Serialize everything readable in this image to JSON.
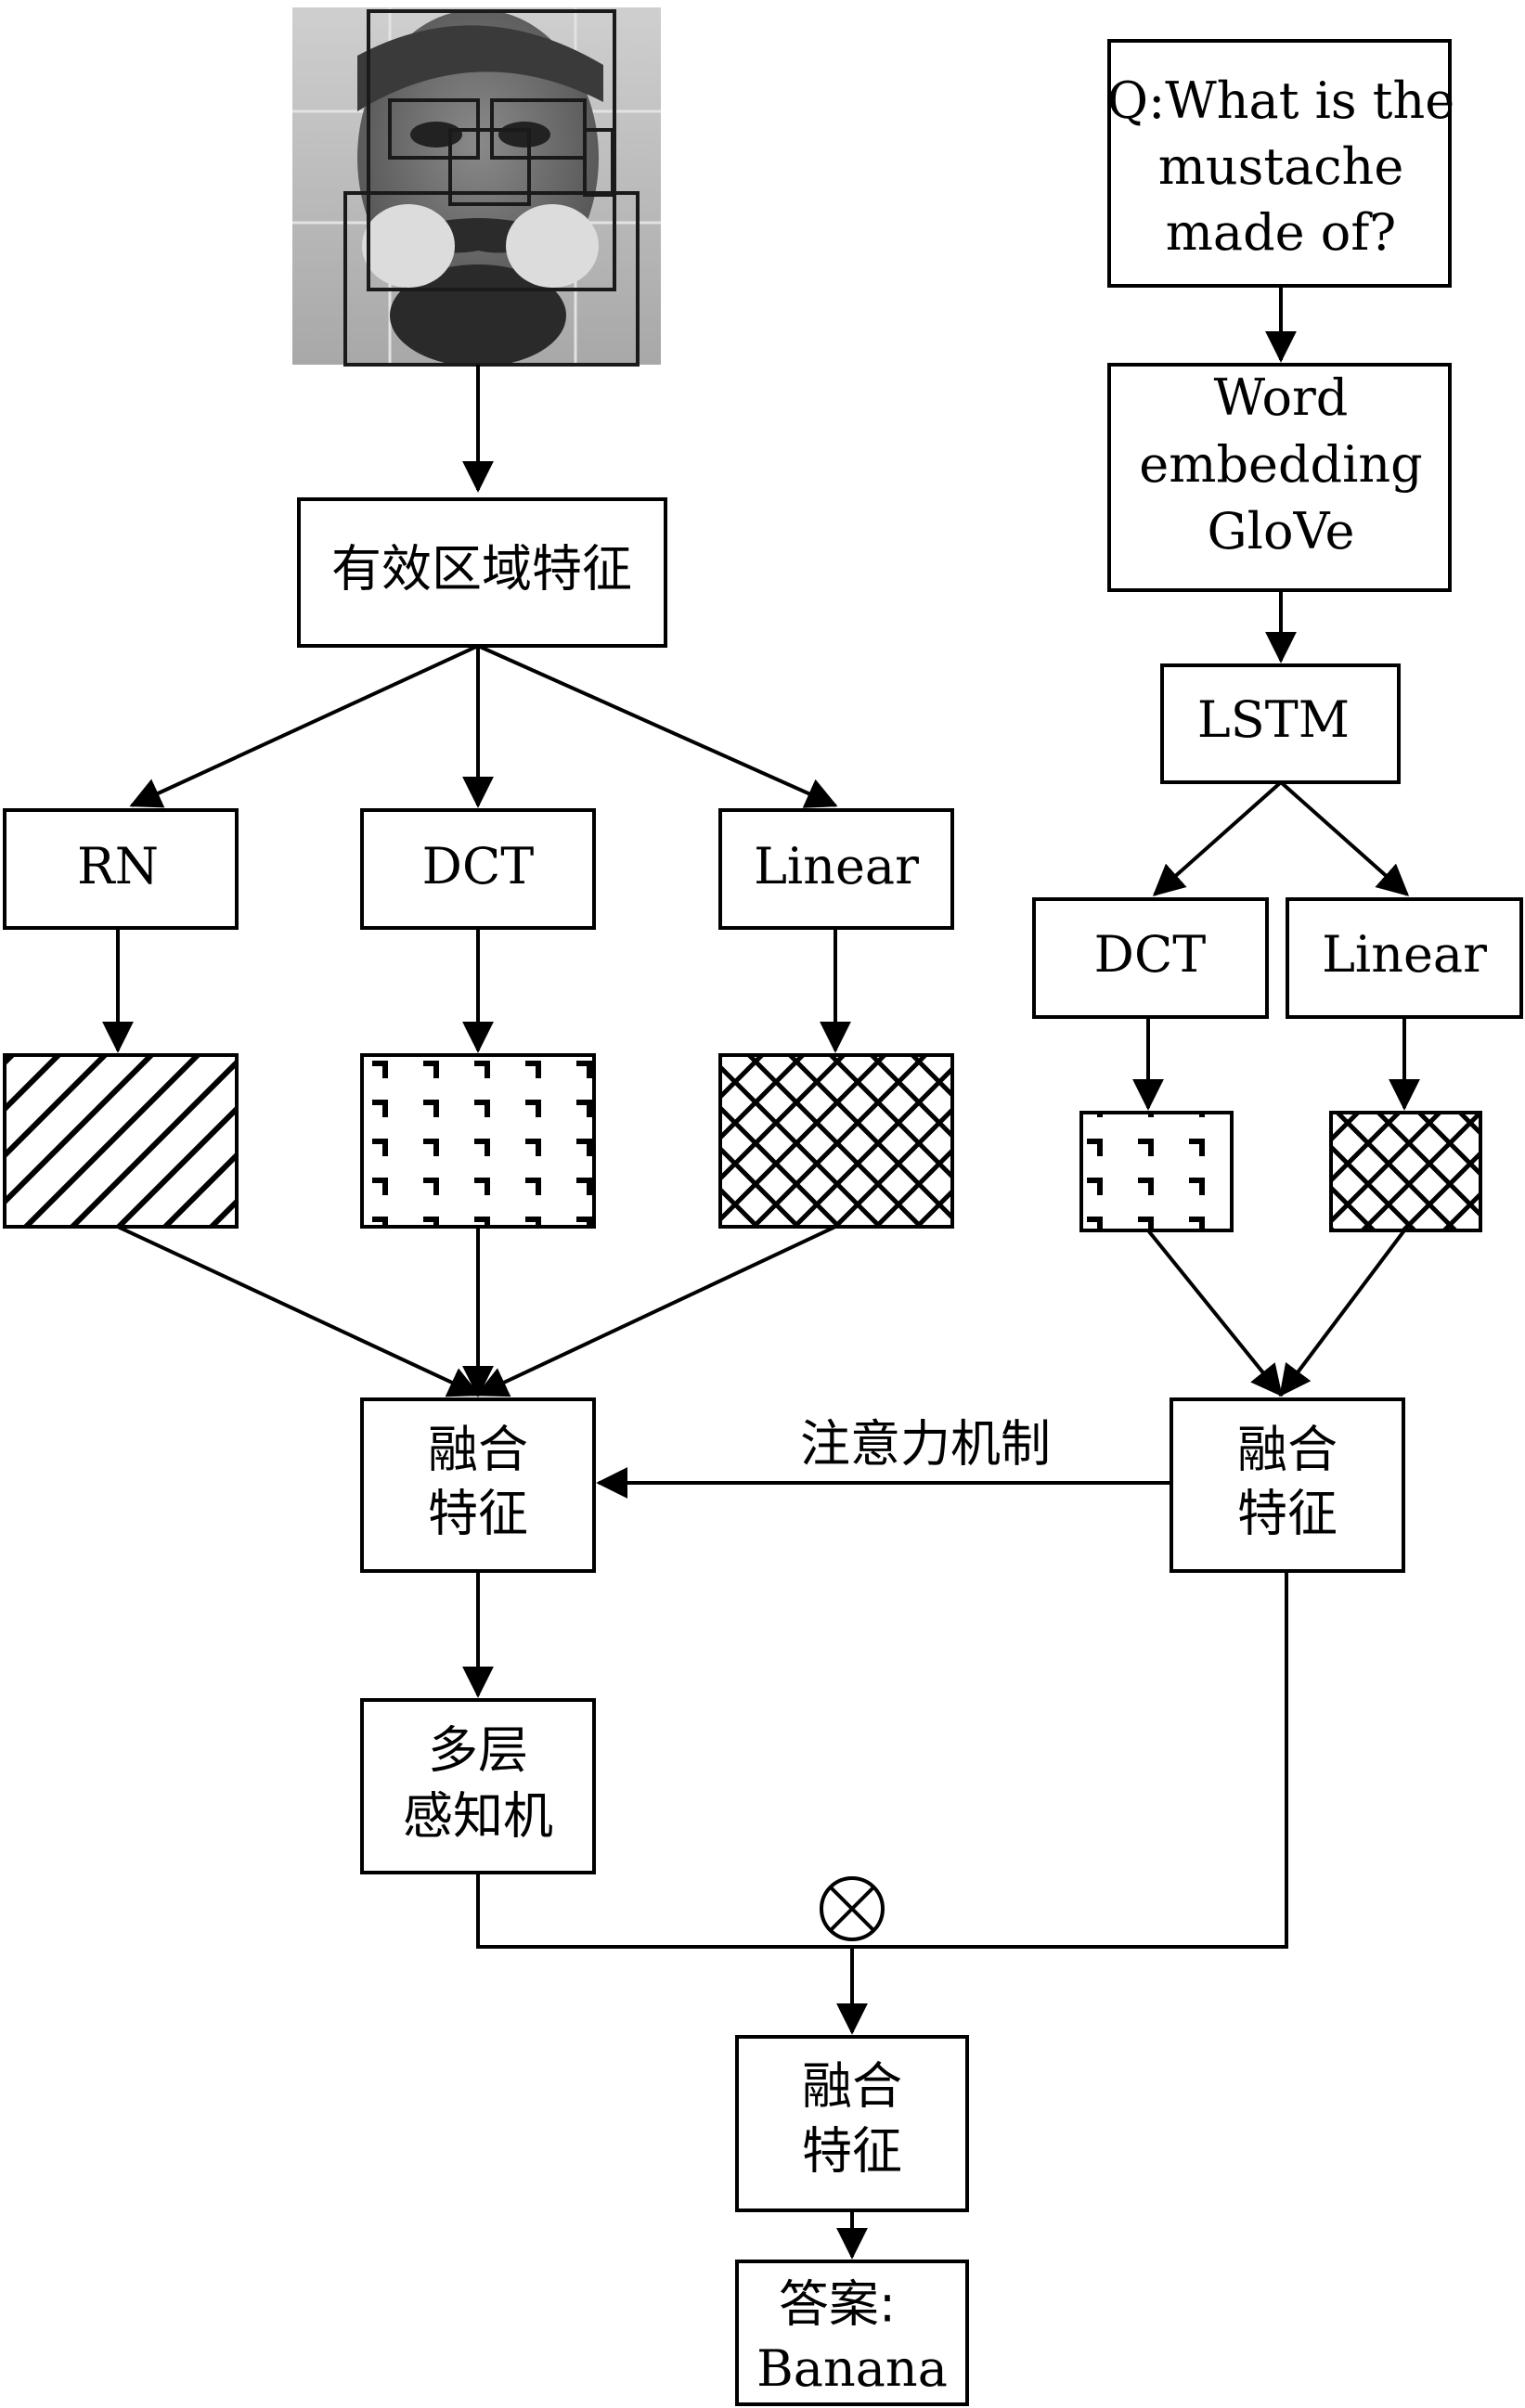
{
  "image_node": {
    "icon": "face-photo-icon",
    "description_label": ""
  },
  "nodes": {
    "region_features": "有效区域特征",
    "rn": "RN",
    "dct_left": "DCT",
    "linear_left": "Linear",
    "question": [
      "Q:What is the",
      "mustache",
      "made of?"
    ],
    "word_embedding": [
      "Word",
      "embedding",
      "GloVe"
    ],
    "lstm": "LSTM",
    "dct_right": "DCT",
    "linear_right": "Linear",
    "fusion_left": [
      "融合",
      "特征"
    ],
    "fusion_right": [
      "融合",
      "特征"
    ],
    "mlp": [
      "多层",
      "感知机"
    ],
    "fusion_final": [
      "融合",
      "特征"
    ],
    "answer": [
      "答案:",
      "Banana"
    ]
  },
  "edges": {
    "attention_label": "注意力机制",
    "multiply_symbol": "⊗"
  },
  "colors": {
    "stroke": "#000000",
    "background": "#ffffff"
  }
}
